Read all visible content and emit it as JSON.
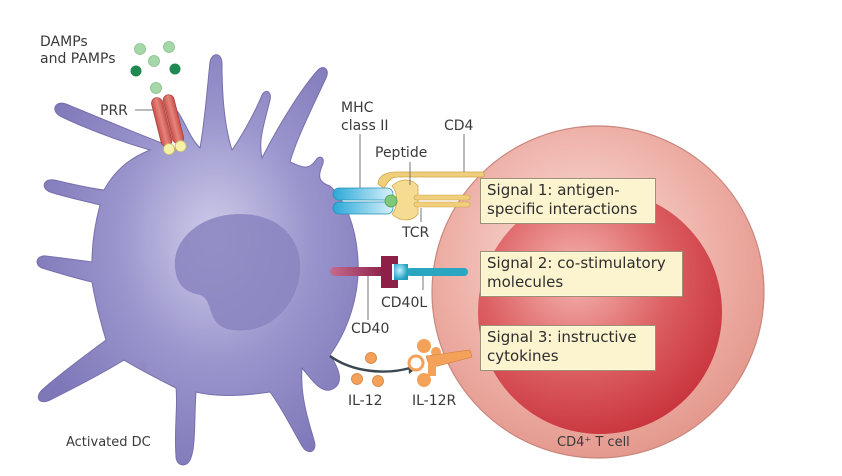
{
  "labels": {
    "damps": [
      "DAMPs",
      "and PAMPs"
    ],
    "prr": "PRR",
    "mhc": [
      "MHC",
      "class II"
    ],
    "peptide": "Peptide",
    "cd4": "CD4",
    "tcr": "TCR",
    "cd40": "CD40",
    "cd40l": "CD40L",
    "il12": "IL-12",
    "il12r": "IL-12R",
    "activated_dc": "Activated DC",
    "t_cell": "CD4⁺ T cell"
  },
  "signals": [
    {
      "line1": "Signal 1: antigen-",
      "line2": "specific interactions"
    },
    {
      "line1": "Signal 2: co-stimulatory",
      "line2": "molecules"
    },
    {
      "line1": "Signal 3: instructive",
      "line2": "cytokines"
    }
  ],
  "colors": {
    "dc_cell": "#8f89c4",
    "t_cell_outer": "#e9a59d",
    "t_cell_inner": "#d1464c",
    "prr": "#d9665a",
    "mhc": "#3fb4dc",
    "tcr": "#f1cf7a",
    "cd40": "#94254f",
    "cd40l": "#2aa6c0",
    "il12": "#f4a25a",
    "damp_light": "#a5d8a8",
    "damp_dark": "#1e8a52",
    "signal_box": "#fcf3cf"
  }
}
